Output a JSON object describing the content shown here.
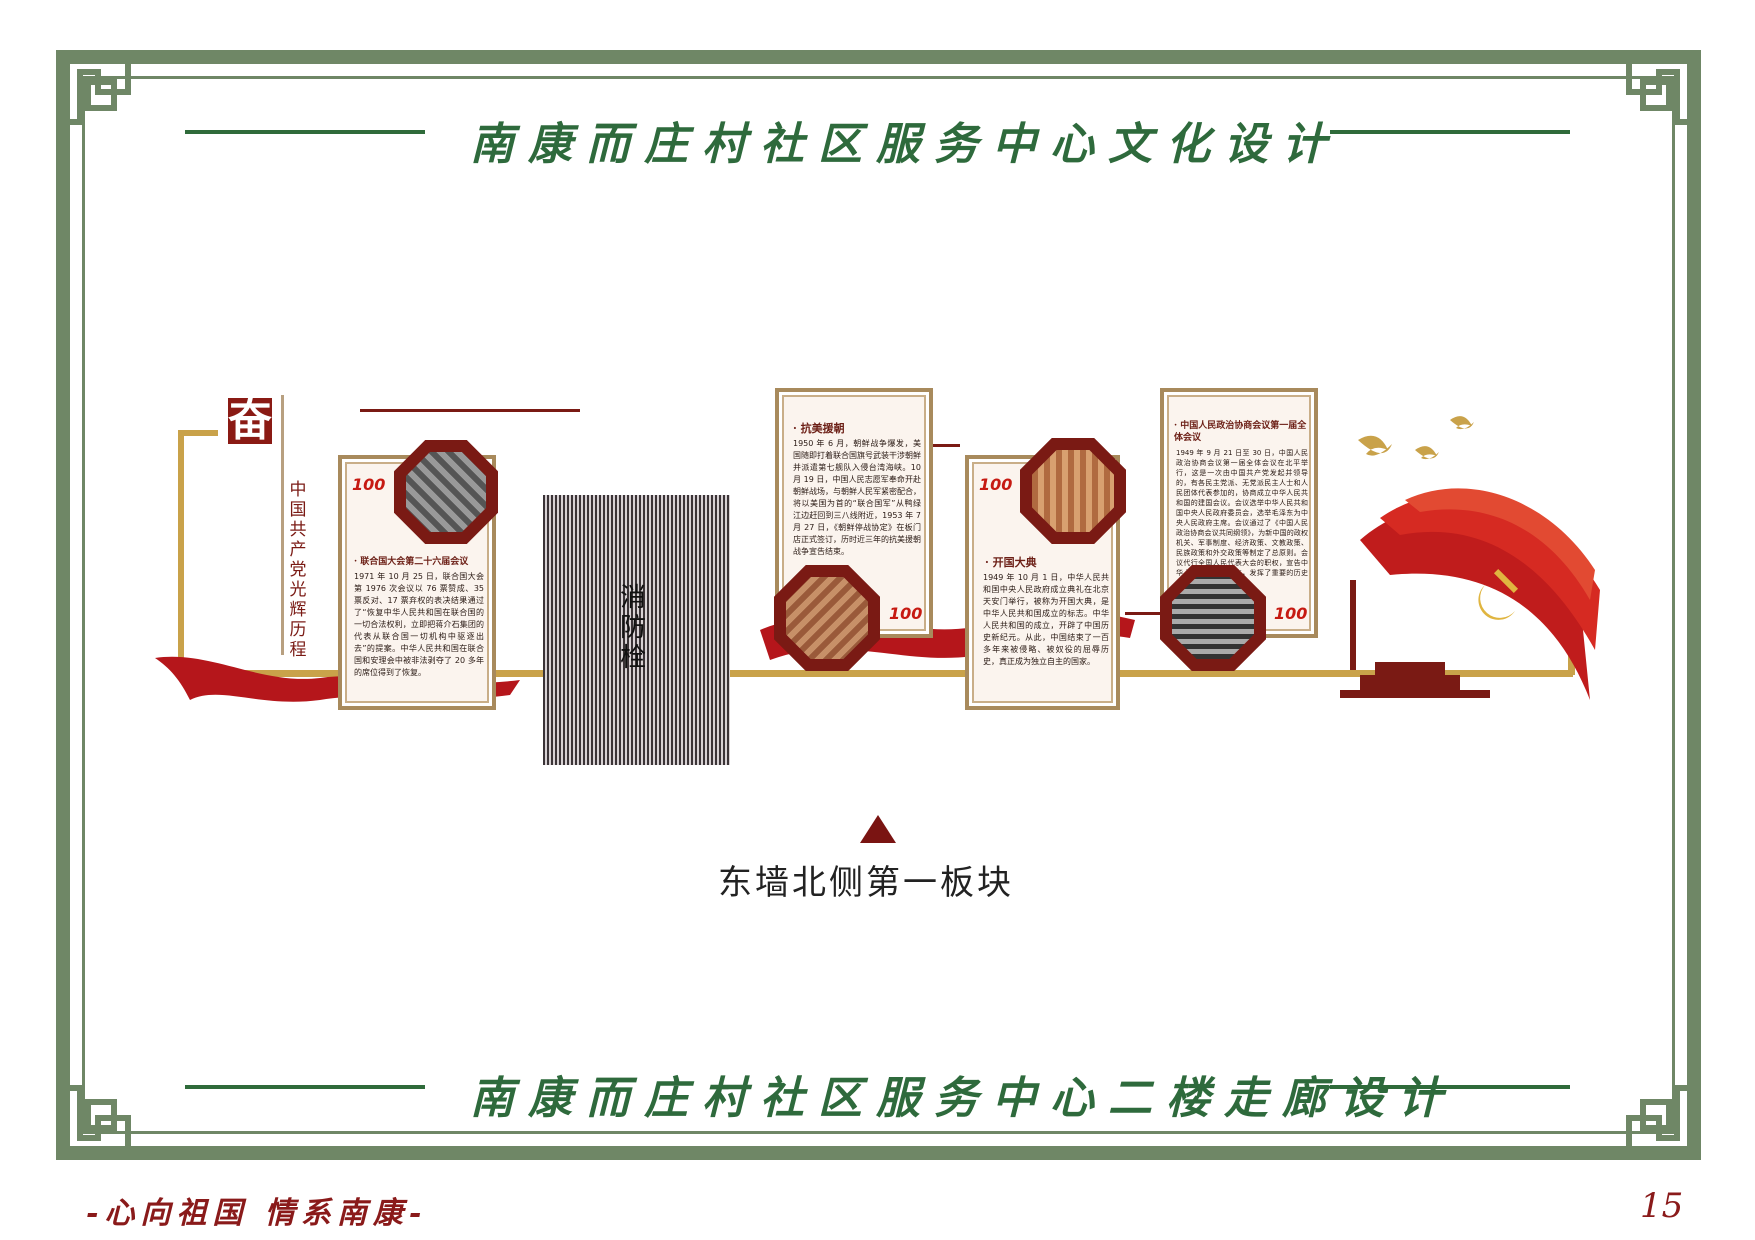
{
  "header": {
    "title": "南康而庄村社区服务中心文化设计"
  },
  "footer": {
    "title": "南康而庄村社区服务中心二楼走廊设计",
    "slogan": "-心向祖国  情系南康-",
    "page_number": "15"
  },
  "banner": {
    "title": "奋斗百年",
    "subtitle": "中国共产党光辉历程"
  },
  "hydrant": {
    "label": "消防栓"
  },
  "location": {
    "caption": "东墙北侧第一板块"
  },
  "panels": [
    {
      "title": "· 联合国大会第二十六届会议",
      "body": "1971 年 10 月 25 日，联合国大会第 1976 次会议以 76 票赞成、35 票反对、17 票弃权的表决结果通过了“恢复中华人民共和国在联合国的一切合法权利，立即把蒋介石集团的代表从联合国一切机构中驱逐出去”的提案。中华人民共和国在联合国和安理会中被非法剥夺了 20 多年的席位得到了恢复。",
      "badge": "100"
    },
    {
      "title": "· 抗美援朝",
      "body": "1950 年 6 月，朝鲜战争爆发，美国随即打着联合国旗号武装干涉朝鲜并派遣第七舰队入侵台湾海峡。10 月 19 日，中国人民志愿军奉命开赴朝鲜战场，与朝鲜人民军紧密配合，将以美国为首的“联合国军”从鸭绿江边赶回到三八线附近，1953 年 7 月 27 日，《朝鲜停战协定》在板门店正式签订，历时近三年的抗美援朝战争宣告结束。",
      "badge": "100"
    },
    {
      "title": "· 开国大典",
      "body": "1949 年 10 月 1 日，中华人民共和国中央人民政府成立典礼在北京天安门举行，被称为开国大典，是中华人民共和国成立的标志。中华人民共和国的成立，开辟了中国历史新纪元。从此，中国结束了一百多年来被侵略、被奴役的屈辱历史，真正成为独立自主的国家。",
      "badge": "100"
    },
    {
      "title": "· 中国人民政治协商会议第一届全体会议",
      "body": "1949 年 9 月 21 日至 30 日，中国人民政治协商会议第一届全体会议在北平举行，这是一次由中国共产党发起并领导的，有各民主党派、无党派民主人士和人民团体代表参加的，协商成立中华人民共和国的建国会议。会议选举中华人民共和国中央人民政府委员会，选举毛泽东为中央人民政府主席。会议通过了《中国人民政治协商会议共同纲领》，为新中国的政权机关、军事制度、经济政策、文教政策、民族政策和外交政策等制定了总原则。会议代行全国人民代表大会的职权，宣告中华人民共和国的成立，发挥了重要的历史作用。",
      "badge": "100"
    }
  ],
  "colors": {
    "frame": "#6f8766",
    "title_green": "#2e6a3c",
    "party_red": "#c61a12",
    "gold": "#c9a24a",
    "dark_red": "#8a1a1a"
  }
}
